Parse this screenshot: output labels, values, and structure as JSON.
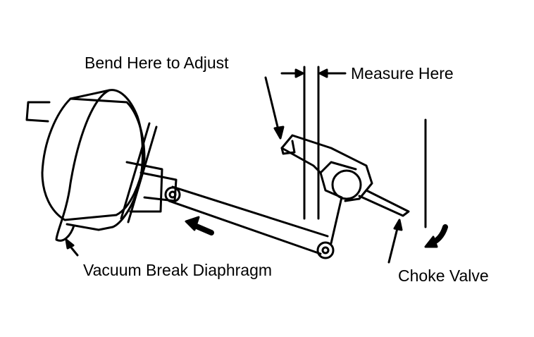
{
  "labels": {
    "bend": "Bend Here to Adjust",
    "measure": "Measure Here",
    "diaphragm": "Vacuum Break Diaphragm",
    "choke": "Choke Valve"
  },
  "colors": {
    "ink": "#000000",
    "background": "#ffffff"
  }
}
